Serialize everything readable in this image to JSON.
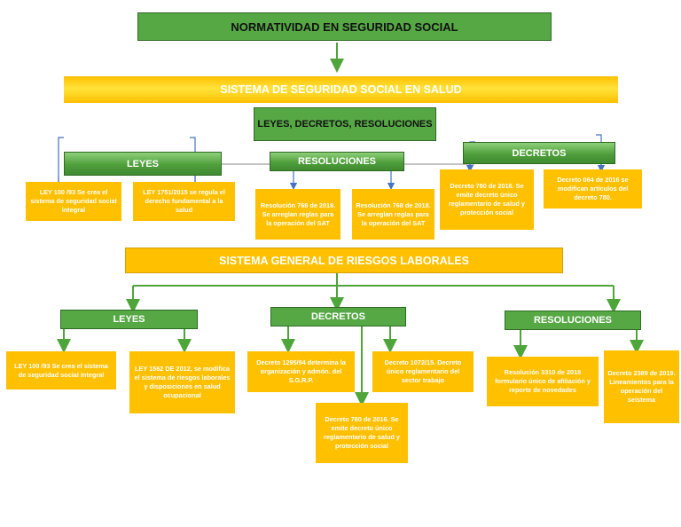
{
  "title": "NORMATIVIDAD EN SEGURIDAD SOCIAL",
  "salud": {
    "title": "SISTEMA DE SEGURIDAD SOCIAL EN SALUD",
    "subtitle": "LEYES, DECRETOS, RESOLUCIONES",
    "leyes": {
      "label": "LEYES",
      "items": [
        "LEY 100 /93 Se crea el sistema de seguridad social integral",
        "LEY 1751/2015 se regula el derecho fundamental a la salud"
      ]
    },
    "resoluciones": {
      "label": "RESOLUCIONES",
      "items": [
        "Resolución 768 de 2018. Se arreglan reglas para la operación del SAT",
        "Resolución 768 de 2018. Se arreglan reglas para la operación del SAT"
      ]
    },
    "decretos": {
      "label": "DECRETOS",
      "items": [
        "Decreto 780 de 2016. Se emite decreto único reglamentario de salud y protección social",
        "Decreto 064 de 2016 se modifican artículos del decreto 780."
      ]
    }
  },
  "riesgos": {
    "title": "SISTEMA GENERAL DE RIESGOS LABORALES",
    "leyes": {
      "label": "LEYES",
      "items": [
        "LEY 100 /93 Se crea el sistema de seguridad social integral",
        "LEY 1562 DE 2012, se modifica el sistema de riesgos laborales y disposiciones en salud ocupacional"
      ]
    },
    "decretos": {
      "label": "DECRETOS",
      "items": [
        "Decreto 1295/94 determina la organización y admón. del S.G.R.P.",
        "Decreto 1072/15. Decreto único reglamentario del sector trabajo",
        "Decreto 780 de 2016. Se emite decreto único reglamentario de salud y protección social"
      ]
    },
    "resoluciones": {
      "label": "RESOLUCIONES",
      "items": [
        "Resolución 3310 de 2018 formulario único de afiliación y reporte de novedades",
        "Decreto 2389 de 2019. Lineamientos para la operación del seistema"
      ]
    }
  },
  "colors": {
    "green": "#56a845",
    "yellow": "#ffc000",
    "arrow_green": "#4ea53a",
    "arrow_blue": "#4472c4"
  }
}
